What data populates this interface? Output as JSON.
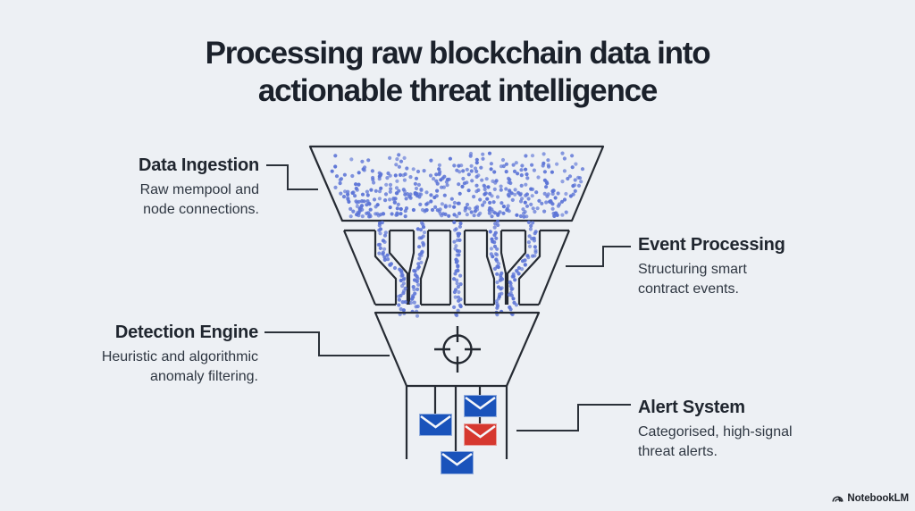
{
  "title": {
    "lines": [
      "Processing raw blockchain data into",
      "actionable threat intelligence"
    ]
  },
  "callouts": {
    "data_ingestion": {
      "heading": "Data Ingestion",
      "desc": [
        "Raw mempool and",
        "node connections."
      ]
    },
    "event_processing": {
      "heading": "Event Processing",
      "desc": [
        "Structuring smart",
        "contract events."
      ]
    },
    "detection_engine": {
      "heading": "Detection Engine",
      "desc": [
        "Heuristic and algorithmic",
        "anomaly filtering."
      ]
    },
    "alert_system": {
      "heading": "Alert System",
      "desc": [
        "Categorised, high-signal",
        "threat alerts."
      ]
    }
  },
  "watermark": {
    "brand": "NotebookLM"
  },
  "diagram": {
    "background_color": "#edf0f4",
    "line_color": "#262b33",
    "dot_color": "#5c74d6",
    "top_dot_count": 430,
    "stream_dot_step": 2.4,
    "envelope_colors": {
      "primary": "#1a53bb",
      "alert": "#d6382f"
    },
    "envelope_count_primary": 3,
    "envelope_count_alert": 1
  }
}
